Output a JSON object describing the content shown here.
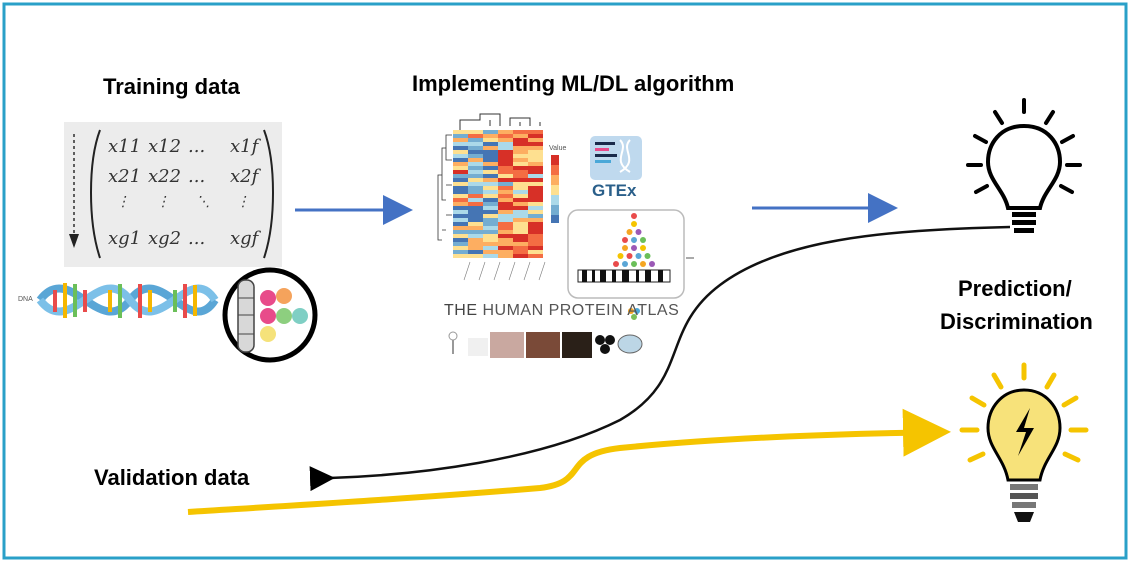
{
  "labels": {
    "training_data": "Training data",
    "implementing": "Implementing ML/DL algorithm",
    "prediction_line1": "Prediction/",
    "prediction_line2": "Discrimination",
    "validation_data": "Validation data"
  },
  "matrix": {
    "rows": [
      [
        "x11",
        "x12",
        "...",
        "x1f"
      ],
      [
        "x21",
        "x22",
        "...",
        "x2f"
      ],
      [
        "⋮",
        "⋮",
        "⋱",
        "⋮"
      ],
      [
        "xg1",
        "xg2",
        "...",
        "xgf"
      ]
    ]
  },
  "logos": {
    "gtex": "GTEx",
    "protein_atlas_prefix": "THE ",
    "protein_atlas_name": "HUMAN PROTEIN ATLAS",
    "dna_label": "DNA"
  },
  "heatmap": {
    "legend_title": "Value"
  },
  "colors": {
    "border": "#2aa0c8",
    "arrow_blue": "#4472c4",
    "curve_black": "#000000",
    "curve_yellow": "#f5c400",
    "bulb_yellow": "#f7e27a"
  }
}
